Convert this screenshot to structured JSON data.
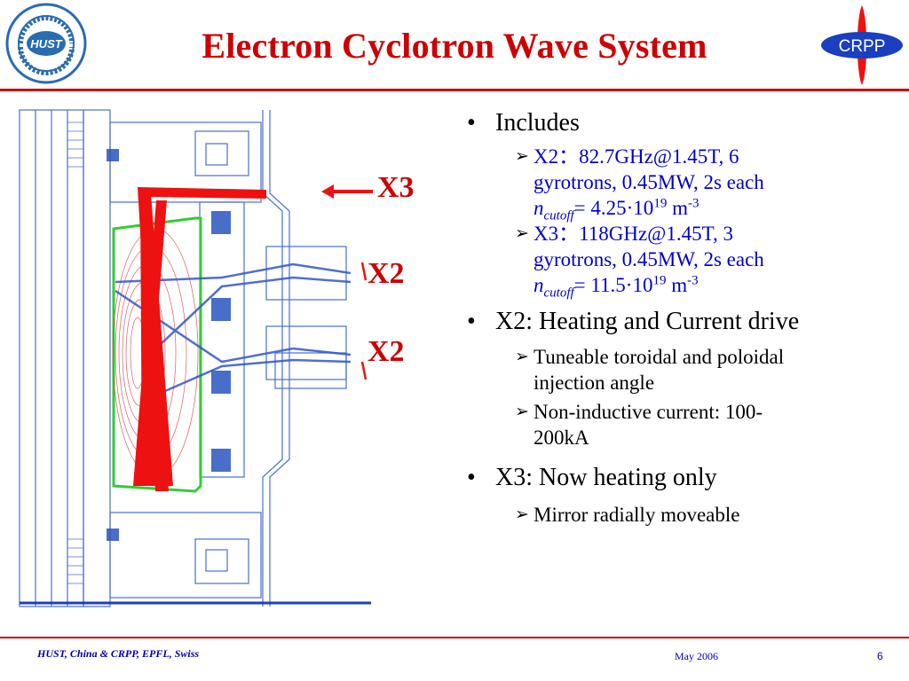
{
  "title": "Electron Cyclotron Wave System",
  "logos": {
    "left": "HUST",
    "right": "CRPP"
  },
  "beam_labels": {
    "x3": "X3",
    "x2_upper": "X2",
    "x2_lower": "X2"
  },
  "bullets": [
    {
      "text": "Includes",
      "subs": [
        {
          "line1": "X2：82.7GHz@1.45T, 6",
          "line2": "gyrotrons, 0.45MW, 2s each",
          "n": "n",
          "cutoff": "cutoff",
          "eq": "= 4.25·10",
          "exp": "19",
          "unit": " m",
          "unit_exp": "-3"
        },
        {
          "line1": "X3：118GHz@1.45T, 3",
          "line2": "gyrotrons, 0.45MW, 2s each",
          "n": "n",
          "cutoff": "cutoff",
          "eq": "= 11.5·10",
          "exp": "19",
          "unit": " m",
          "unit_exp": "-3"
        }
      ]
    },
    {
      "text": "X2: Heating and Current drive",
      "subs": [
        {
          "line1": "Tuneable toroidal and poloidal",
          "line2": "injection angle"
        },
        {
          "line1": "Non-inductive current: 100-",
          "line2": "200kA"
        }
      ]
    },
    {
      "text": "X3: Now heating only",
      "subs": [
        {
          "line1": "Mirror radially moveable"
        }
      ]
    }
  ],
  "footer": {
    "left": "HUST, China   & CRPP,  EPFL,  Swiss",
    "date": "May   2006",
    "page": "6"
  },
  "colors": {
    "title": "#cc0000",
    "rule": "#cc0000",
    "blue": "#0000cc",
    "beam": "#ee1111"
  }
}
